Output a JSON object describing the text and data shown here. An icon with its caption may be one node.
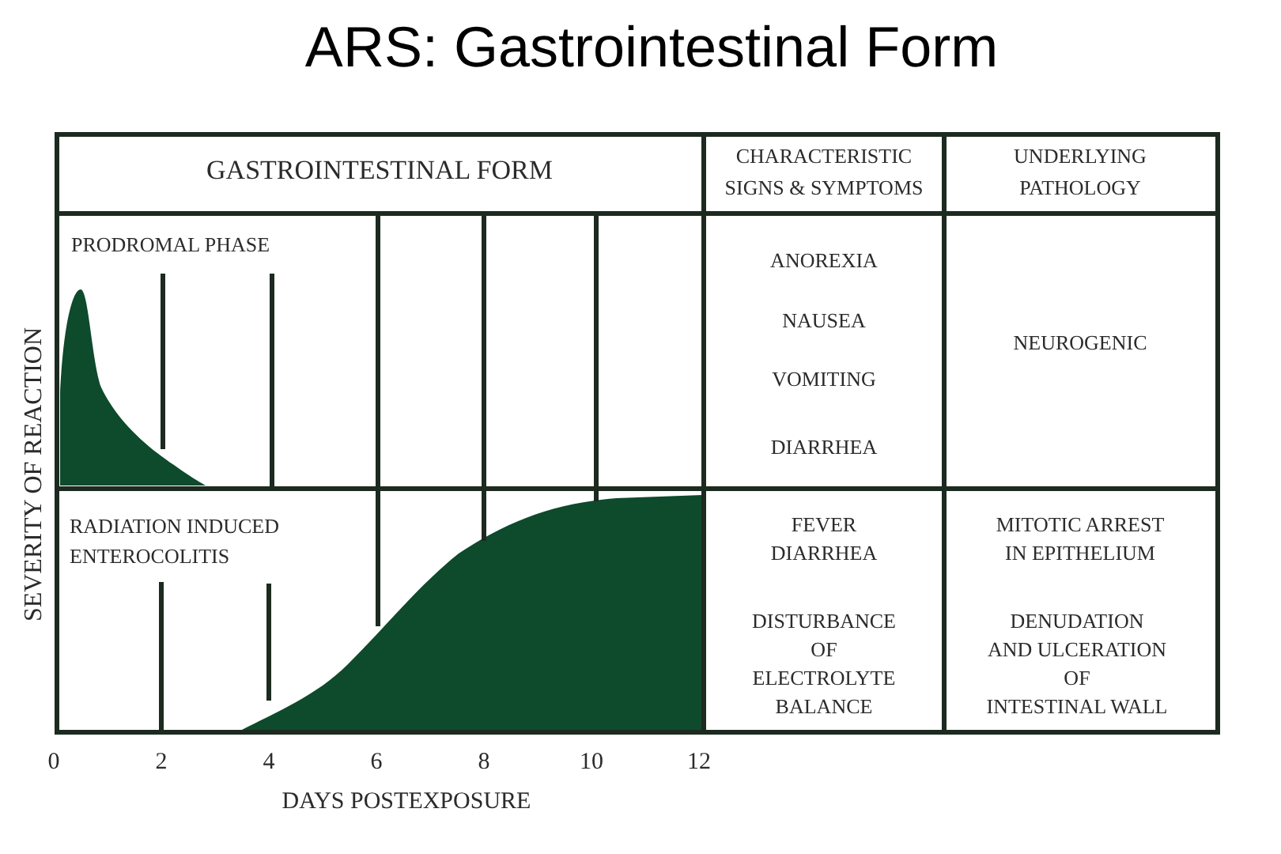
{
  "diagram": {
    "title": "ARS: Gastrointestinal Form",
    "labels": [
      "GASTROINTESTINAL FORM",
      "CHARACTERISTIC SIGNS & SYMPTOMS",
      "UNDERLYING PATHOLOGY",
      "PRODROMAL PHASE",
      "ANOREXIA",
      "NAUSEA",
      "VOMITING",
      "DIARRHEA",
      "NEUROGENIC",
      "RADIATION INDUCED ENTEROCOLITIS",
      "FEVER",
      "DIARRHEA",
      "DISTURBANCE OF ELECTROLYTE BALANCE",
      "MITOTIC ARREST IN EPITHELIUM",
      "DENUDATION AND ULCERATION OF INTESTINAL WALL",
      "SEVERITY OF REACTION",
      "0",
      "2",
      "4",
      "6",
      "8",
      "10",
      "12",
      "DAYS POSTEXPOSURE"
    ]
  }
}
